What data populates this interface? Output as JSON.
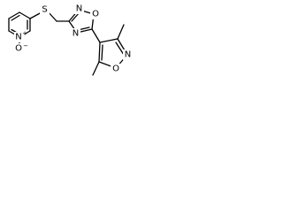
{
  "molecule": {
    "atoms": {
      "pyridine_n": "N",
      "pyridine_n_charge": "+",
      "n_oxide_o": "O",
      "n_oxide_o_charge": "−",
      "thioether_s": "S",
      "oxadiazole_n_top": "N",
      "oxadiazole_o": "O",
      "oxadiazole_n_left": "N",
      "isoxazole_o": "O",
      "isoxazole_n": "N"
    },
    "colors": {
      "bond": "#000000",
      "label": "#000000",
      "background": "#ffffff"
    }
  }
}
